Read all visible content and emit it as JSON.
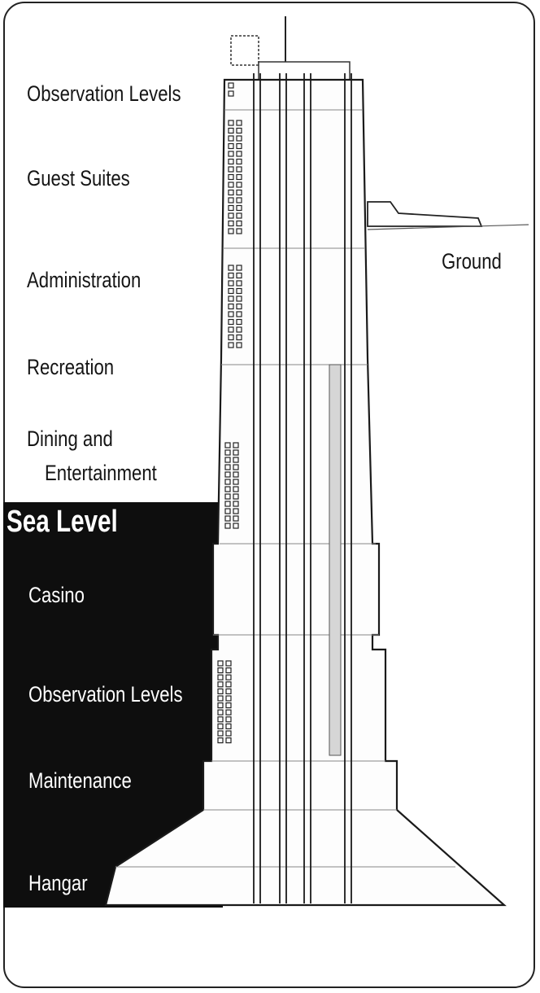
{
  "upper_levels": [
    {
      "label": "Observation Levels"
    },
    {
      "label": "Guest Suites"
    },
    {
      "label": "Administration"
    },
    {
      "label": "Recreation"
    },
    {
      "label": "Dining and",
      "label2": "Entertainment"
    }
  ],
  "sea_level": {
    "title": "Sea Level"
  },
  "lower_levels": [
    {
      "label": "Casino"
    },
    {
      "label": "Observation Levels"
    },
    {
      "label": "Maintenance"
    },
    {
      "label": "Hangar"
    }
  ],
  "ground": {
    "label": "Ground"
  }
}
